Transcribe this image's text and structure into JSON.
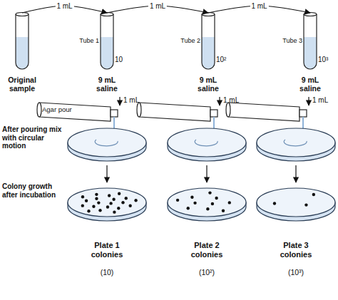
{
  "diagram": {
    "nodes": [
      {
        "text": [
          "Original sample"
        ]
      },
      {
        "text": [
          "Tube 1",
          "10",
          "9 mL saline"
        ]
      },
      {
        "text": [
          "Tube 2",
          "10²",
          "9 mL saline"
        ]
      },
      {
        "text": [
          "Tube 3",
          "10³",
          "9 mL saline"
        ]
      },
      {
        "text": [
          "Plate 1 colonies",
          "(10)"
        ]
      },
      {
        "text": [
          "Plate 2 colonies",
          "(10²)"
        ]
      },
      {
        "text": [
          "Plate 3 colonies",
          "(10³)"
        ]
      }
    ],
    "edges": [
      {
        "from": 0,
        "to": 1,
        "label": "1 mL",
        "arrow": "to"
      },
      {
        "from": 1,
        "to": 2,
        "label": "1 mL",
        "arrow": "to"
      },
      {
        "from": 2,
        "to": 3,
        "label": "1 mL",
        "arrow": "to"
      }
    ],
    "labels": [
      "1 mL",
      "1 mL",
      "1 mL",
      "Agar pour",
      "After pouring mix with circular motion",
      "Colony growth after incubation"
    ]
  }
}
